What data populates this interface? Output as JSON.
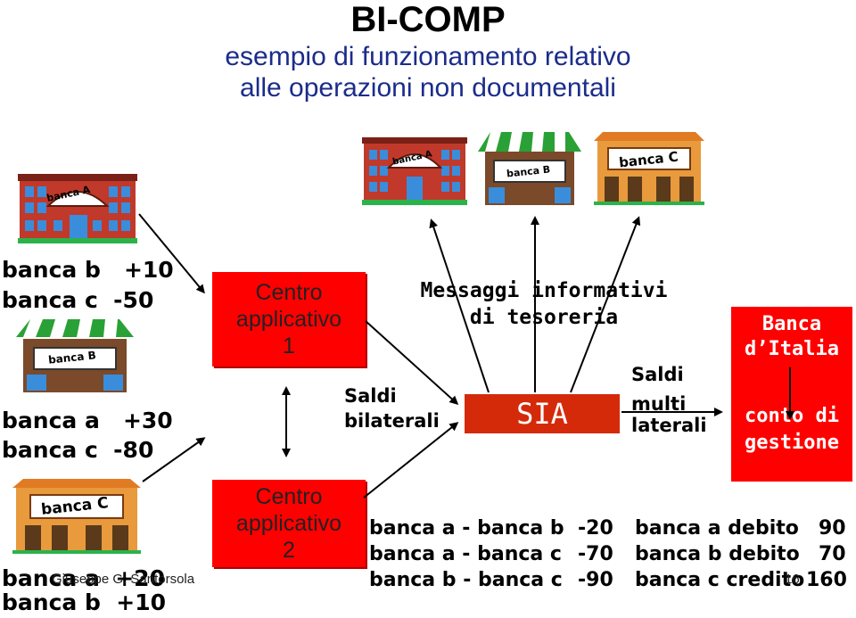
{
  "header": {
    "title": "BI-COMP",
    "subtitle_line1": "esempio di funzionamento relativo",
    "subtitle_line2": "alle operazioni non documentali"
  },
  "banks": {
    "banca_a": {
      "sign": "banca A",
      "line1": "banca b   +10",
      "line2": "banca c  -50"
    },
    "banca_b": {
      "sign": "banca B",
      "line1": "banca a   +30",
      "line2": "banca c  -80"
    },
    "banca_c": {
      "sign": "banca C",
      "line1": "banca a  +20",
      "line2": "banca b  +10"
    }
  },
  "centro1": {
    "line1": "Centro",
    "line2": "applicativo",
    "line3": "1"
  },
  "centro2": {
    "line1": "Centro",
    "line2": "applicativo",
    "line3": "2"
  },
  "saldi_bilaterali": {
    "line1": "Saldi",
    "line2": "bilaterali"
  },
  "messaggi": {
    "line1": "Messaggi informativi",
    "line2": "di tesoreria"
  },
  "sia": {
    "label": "SIA"
  },
  "saldi_multilaterali": {
    "line1": "Saldi",
    "line2": "multi",
    "line3": "laterali"
  },
  "banca_italia": {
    "line1": "Banca",
    "line2": "d’Italia",
    "line3": "conto di",
    "line4": "gestione"
  },
  "top_banks": {
    "a": "banca A",
    "b": "banca B",
    "c": "banca C"
  },
  "bilateral_table": [
    {
      "pair": "banca a - banca b",
      "value": "-20"
    },
    {
      "pair": "banca a - banca c",
      "value": "-70"
    },
    {
      "pair": "banca b - banca c",
      "value": "-90"
    }
  ],
  "settlement_table": [
    {
      "bank": "banca a debito",
      "value": "90"
    },
    {
      "bank": "banca b debito",
      "value": "70"
    },
    {
      "bank": "banca c credito",
      "value": "160"
    }
  ],
  "footer": {
    "author": "Giuseppe G. Santorsola",
    "page": "16"
  },
  "colors": {
    "red": "#ff0000",
    "sia_red": "#d42a0a",
    "title_blue": "#1b2c8a"
  }
}
